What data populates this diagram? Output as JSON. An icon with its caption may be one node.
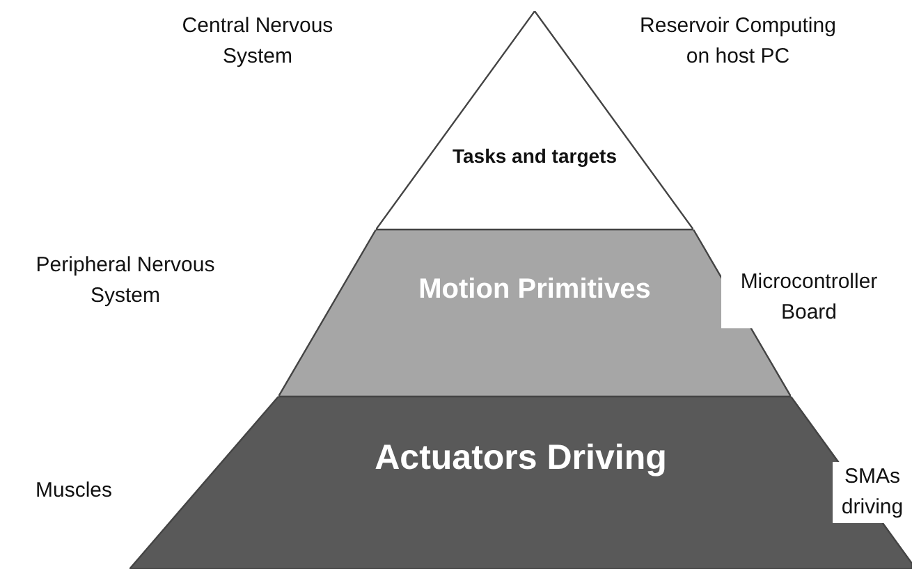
{
  "diagram": {
    "nodes": [
      {
        "text": [
          "Tasks and targets"
        ]
      },
      {
        "text": [
          "Motion Primitives"
        ]
      },
      {
        "text": [
          "Actuators Driving"
        ]
      }
    ],
    "labels": [
      "Central Nervous System",
      "Reservoir Computing on host PC",
      "Peripheral Nervous System",
      "Microcontroller Board",
      "Muscles",
      "SMAs driving"
    ]
  }
}
